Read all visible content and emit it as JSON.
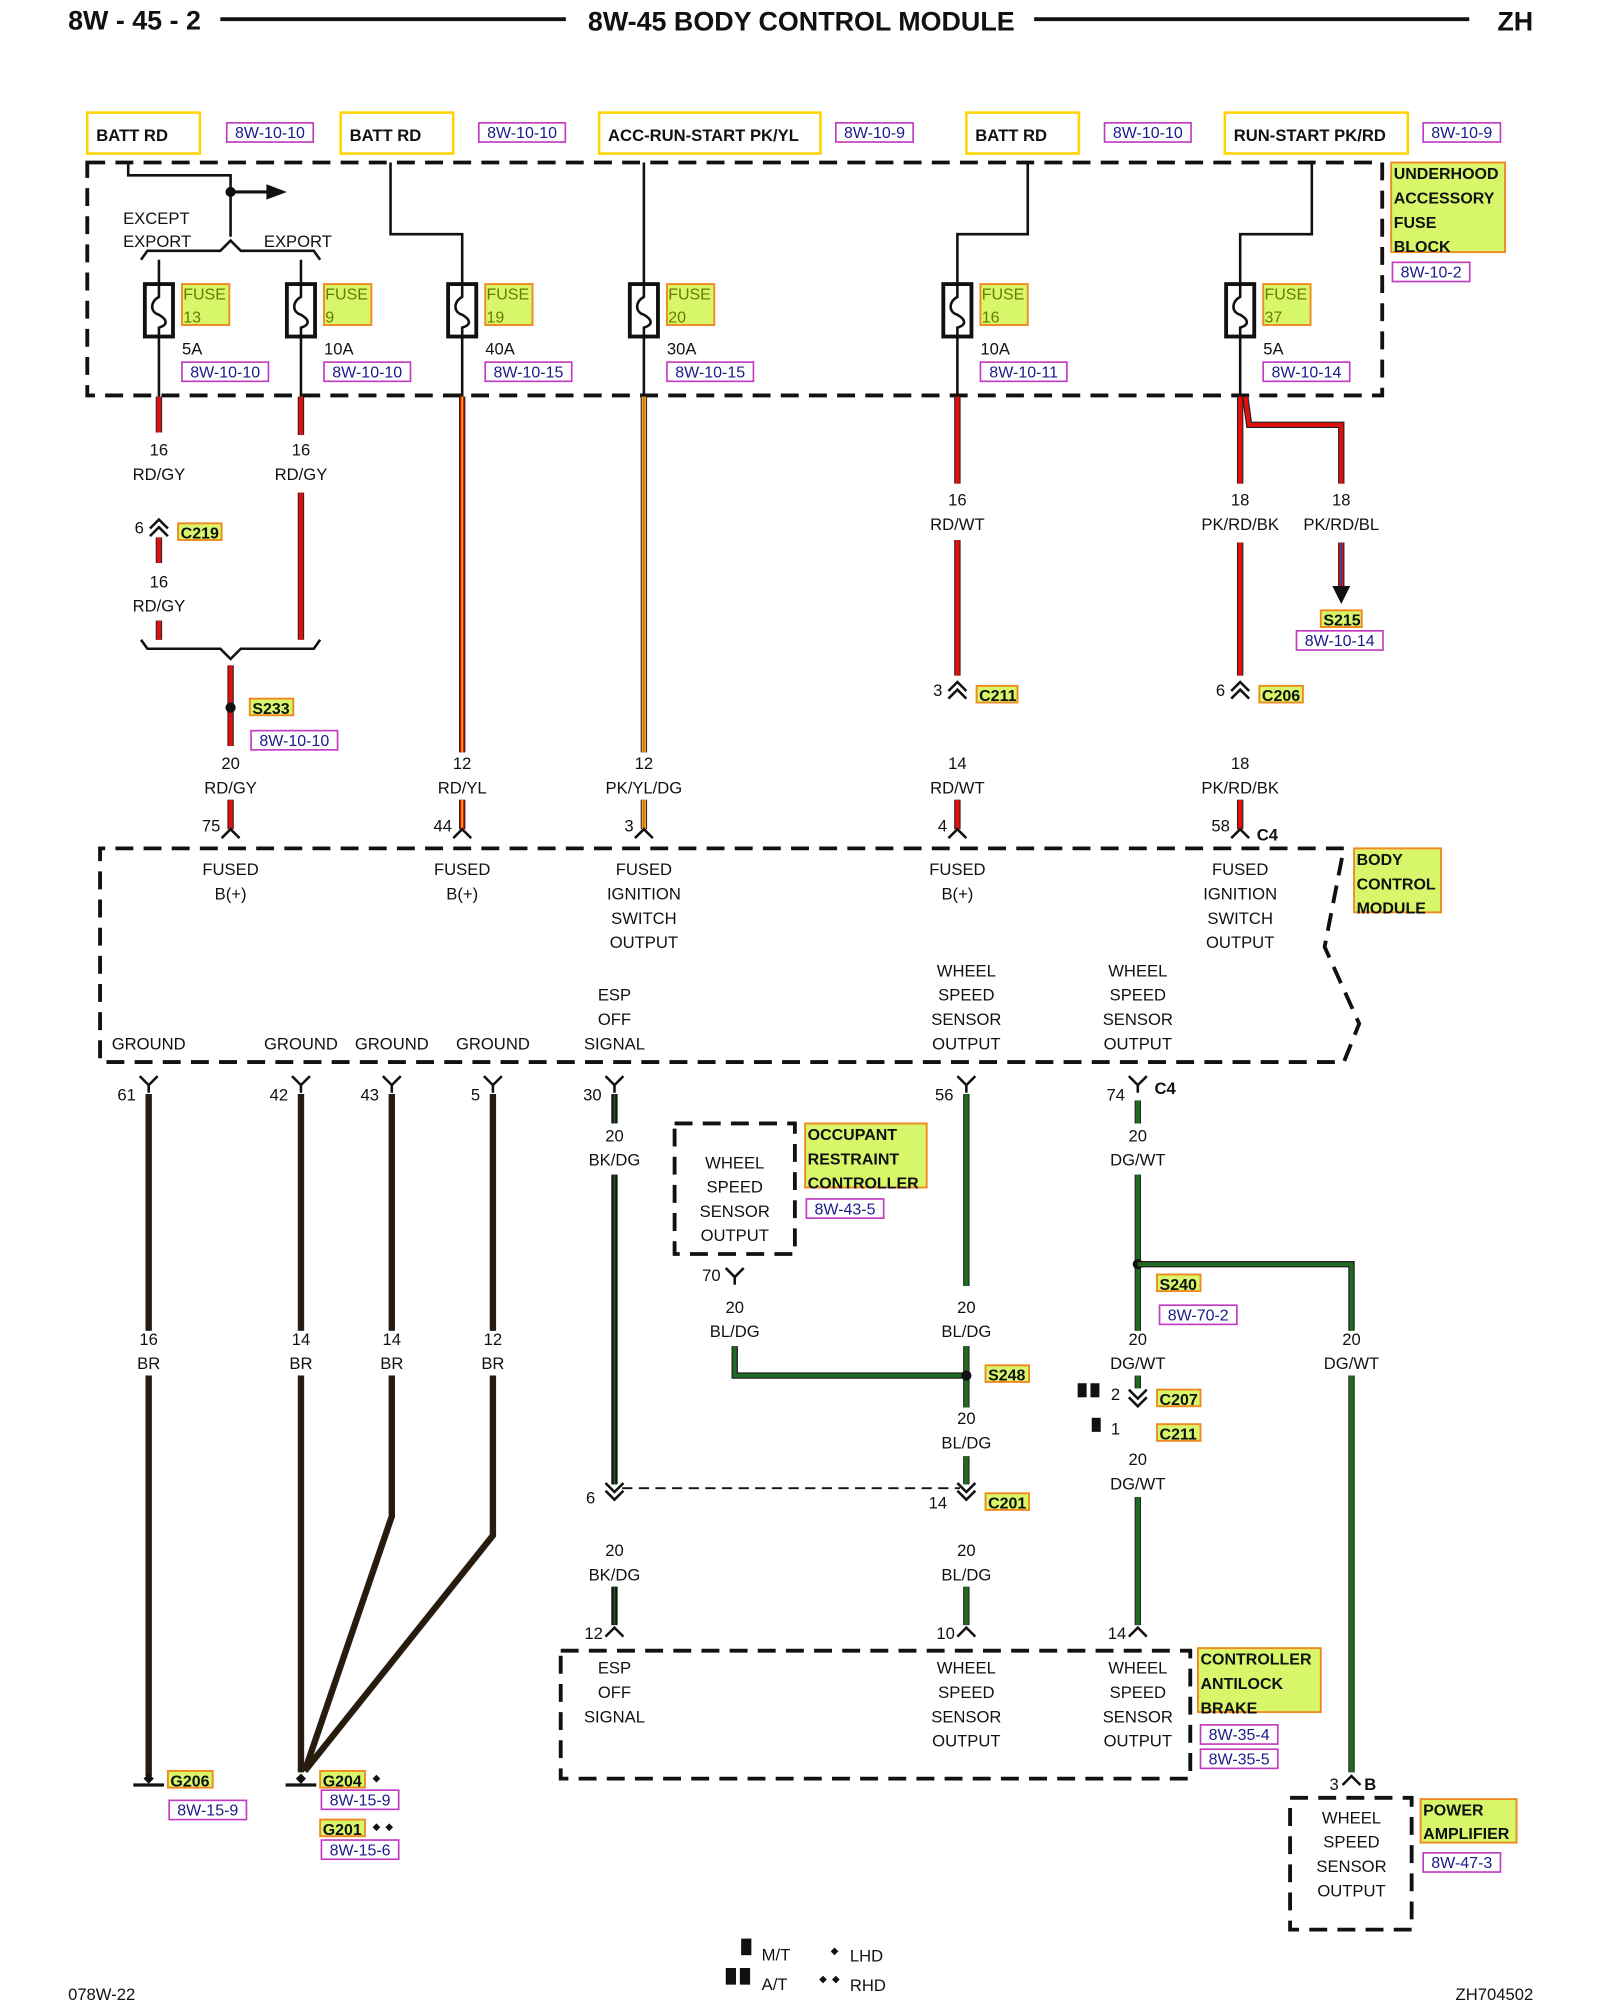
{
  "header": {
    "page_id": "8W - 45 - 2",
    "title": "8W-45 BODY CONTROL MODULE",
    "region": "ZH"
  },
  "sources": [
    {
      "label": "BATT RD",
      "ref": "8W-10-10"
    },
    {
      "label": "BATT RD",
      "ref": "8W-10-10"
    },
    {
      "label": "ACC-RUN-START PK/YL",
      "ref": "8W-10-9"
    },
    {
      "label": "BATT RD",
      "ref": "8W-10-10"
    },
    {
      "label": "RUN-START PK/RD",
      "ref": "8W-10-9"
    }
  ],
  "fuse_block": {
    "name_lines": [
      "UNDERHOOD",
      "ACCESSORY",
      "FUSE",
      "BLOCK"
    ],
    "ref": "8W-10-2",
    "except_export_lines": [
      "EXCEPT",
      "EXPORT"
    ],
    "export": "EXPORT"
  },
  "fuses": [
    {
      "label": "FUSE",
      "number": "13",
      "rating": "5A",
      "ref": "8W-10-10"
    },
    {
      "label": "FUSE",
      "number": "9",
      "rating": "10A",
      "ref": "8W-10-10"
    },
    {
      "label": "FUSE",
      "number": "19",
      "rating": "40A",
      "ref": "8W-10-15"
    },
    {
      "label": "FUSE",
      "number": "20",
      "rating": "30A",
      "ref": "8W-10-15"
    },
    {
      "label": "FUSE",
      "number": "16",
      "rating": "10A",
      "ref": "8W-10-11"
    },
    {
      "label": "FUSE",
      "number": "37",
      "rating": "5A",
      "ref": "8W-10-14"
    }
  ],
  "wire_labels": [
    {
      "gauge": "16",
      "color": "RD/GY"
    },
    {
      "gauge": "16",
      "color": "RD/GY"
    },
    {
      "gauge": "16",
      "color": "RD/GY"
    },
    {
      "gauge": "20",
      "color": "RD/GY"
    },
    {
      "gauge": "12",
      "color": "RD/YL"
    },
    {
      "gauge": "12",
      "color": "PK/YL/DG"
    },
    {
      "gauge": "16",
      "color": "RD/WT"
    },
    {
      "gauge": "14",
      "color": "RD/WT"
    },
    {
      "gauge": "18",
      "color": "PK/RD/BK"
    },
    {
      "gauge": "18",
      "color": "PK/RD/BL"
    },
    {
      "gauge": "18",
      "color": "PK/RD/BK"
    },
    {
      "gauge": "16",
      "color": "BR"
    },
    {
      "gauge": "14",
      "color": "BR"
    },
    {
      "gauge": "14",
      "color": "BR"
    },
    {
      "gauge": "12",
      "color": "BR"
    },
    {
      "gauge": "20",
      "color": "BK/DG"
    },
    {
      "gauge": "20",
      "color": "BK/DG"
    },
    {
      "gauge": "20",
      "color": "BL/DG"
    },
    {
      "gauge": "20",
      "color": "BL/DG"
    },
    {
      "gauge": "20",
      "color": "BL/DG"
    },
    {
      "gauge": "20",
      "color": "BL/DG"
    },
    {
      "gauge": "20",
      "color": "DG/WT"
    },
    {
      "gauge": "20",
      "color": "DG/WT"
    },
    {
      "gauge": "20",
      "color": "DG/WT"
    },
    {
      "gauge": "20",
      "color": "DG/WT"
    }
  ],
  "connectors": [
    {
      "name": "C219",
      "pins": [
        "6"
      ]
    },
    {
      "name": "C211",
      "pins": [
        "3"
      ]
    },
    {
      "name": "C206",
      "pins": [
        "6"
      ]
    },
    {
      "name": "C201",
      "pins": [
        "6",
        "14"
      ]
    },
    {
      "name": "C207",
      "pins": [
        "2"
      ],
      "variant": "A/T"
    },
    {
      "name": "C211",
      "pins": [
        "1"
      ],
      "variant": "M/T"
    }
  ],
  "splices": [
    {
      "name": "S233",
      "ref": "8W-10-10"
    },
    {
      "name": "S215",
      "ref": "8W-10-14"
    },
    {
      "name": "S240",
      "ref": "8W-70-2"
    },
    {
      "name": "S248"
    }
  ],
  "bcm": {
    "name_lines": [
      "BODY",
      "CONTROL",
      "MODULE"
    ],
    "connector": "C4",
    "top_pins": [
      {
        "pin": "75",
        "function_lines": [
          "FUSED",
          "B(+)"
        ]
      },
      {
        "pin": "44",
        "function_lines": [
          "FUSED",
          "B(+)"
        ]
      },
      {
        "pin": "3",
        "function_lines": [
          "FUSED",
          "IGNITION",
          "SWITCH",
          "OUTPUT"
        ]
      },
      {
        "pin": "4",
        "function_lines": [
          "FUSED",
          "B(+)"
        ]
      },
      {
        "pin": "58",
        "function_lines": [
          "FUSED",
          "IGNITION",
          "SWITCH",
          "OUTPUT"
        ]
      }
    ],
    "bottom_pins": [
      {
        "pin": "61",
        "function_lines": [
          "GROUND"
        ]
      },
      {
        "pin": "42",
        "function_lines": [
          "GROUND"
        ]
      },
      {
        "pin": "43",
        "function_lines": [
          "GROUND"
        ]
      },
      {
        "pin": "5",
        "function_lines": [
          "GROUND"
        ]
      },
      {
        "pin": "30",
        "function_lines": [
          "ESP",
          "OFF",
          "SIGNAL"
        ]
      },
      {
        "pin": "56",
        "function_lines": [
          "WHEEL",
          "SPEED",
          "SENSOR",
          "OUTPUT"
        ]
      },
      {
        "pin": "74",
        "function_lines": [
          "WHEEL",
          "SPEED",
          "SENSOR",
          "OUTPUT"
        ]
      }
    ]
  },
  "orc": {
    "name_lines": [
      "OCCUPANT",
      "RESTRAINT",
      "CONTROLLER"
    ],
    "ref": "8W-43-5",
    "pin": "70",
    "function_lines": [
      "WHEEL",
      "SPEED",
      "SENSOR",
      "OUTPUT"
    ]
  },
  "abs": {
    "name_lines": [
      "CONTROLLER",
      "ANTILOCK",
      "BRAKE"
    ],
    "refs": [
      "8W-35-4",
      "8W-35-5"
    ],
    "pins": [
      {
        "pin": "12",
        "function_lines": [
          "ESP",
          "OFF",
          "SIGNAL"
        ]
      },
      {
        "pin": "10",
        "function_lines": [
          "WHEEL",
          "SPEED",
          "SENSOR",
          "OUTPUT"
        ]
      },
      {
        "pin": "14",
        "function_lines": [
          "WHEEL",
          "SPEED",
          "SENSOR",
          "OUTPUT"
        ]
      }
    ]
  },
  "amplifier": {
    "name_lines": [
      "POWER",
      "AMPLIFIER"
    ],
    "ref": "8W-47-3",
    "pin": "3",
    "connector": "B",
    "function_lines": [
      "WHEEL",
      "SPEED",
      "SENSOR",
      "OUTPUT"
    ]
  },
  "grounds": [
    {
      "name": "G206",
      "ref": "8W-15-9"
    },
    {
      "name": "G204",
      "ref": "8W-15-9",
      "variant": "LHD"
    },
    {
      "name": "G201",
      "ref": "8W-15-6",
      "variant": "RHD"
    }
  ],
  "legend": [
    {
      "symbol": "single-square",
      "label": "M/T"
    },
    {
      "symbol": "double-square",
      "label": "A/T"
    },
    {
      "symbol": "single-diamond",
      "label": "LHD"
    },
    {
      "symbol": "double-diamond",
      "label": "RHD"
    }
  ],
  "footer": {
    "left": "078W-22",
    "right": "ZH704502"
  },
  "colors": {
    "tag_fill": "#d8f66a",
    "tag_border": "#f08a20",
    "source_border": "#ffd400",
    "ref_border": "#c23cc2",
    "ref_text": "#1a1a8a",
    "red": "#e01010",
    "yellow": "#f0c000",
    "orange": "#f0a030",
    "brown": "#2a1a08",
    "green": "#1f6b1f",
    "black": "#111111"
  }
}
